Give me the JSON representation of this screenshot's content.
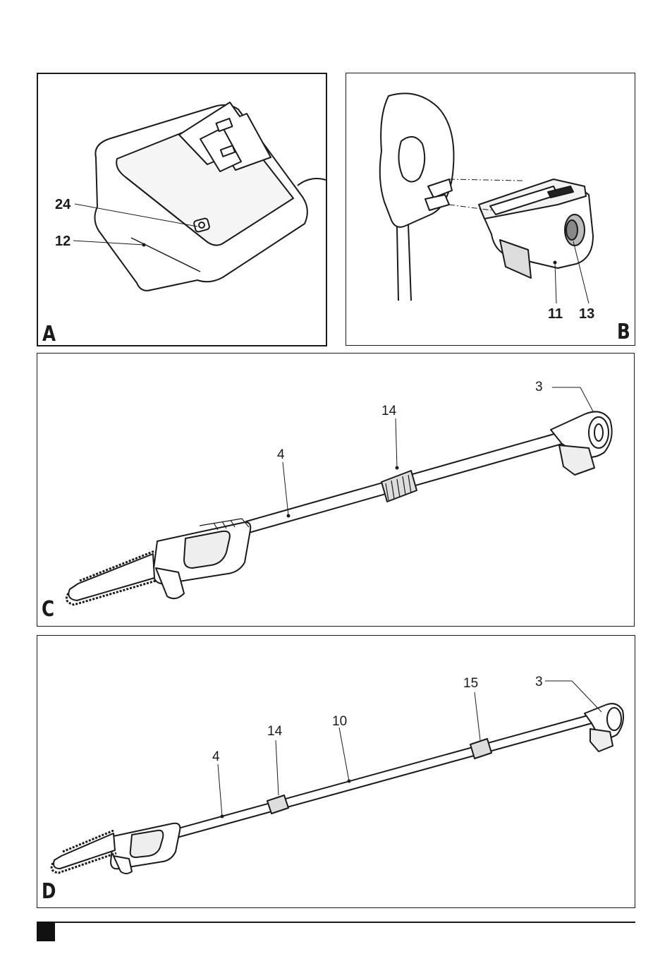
{
  "figures": {
    "a": {
      "letter": "A",
      "callouts": [
        "24",
        "12"
      ]
    },
    "b": {
      "letter": "B",
      "callouts": [
        "11",
        "13"
      ]
    },
    "c": {
      "letter": "C",
      "callouts": [
        "3",
        "14",
        "4"
      ]
    },
    "d": {
      "letter": "D",
      "callouts": [
        "15",
        "3",
        "10",
        "14",
        "4"
      ]
    }
  },
  "colors": {
    "line": "#1a1a1a",
    "fill": "#ffffff",
    "shade": "#e6e6e6",
    "dark": "#222222"
  },
  "page_marker": "black-square"
}
